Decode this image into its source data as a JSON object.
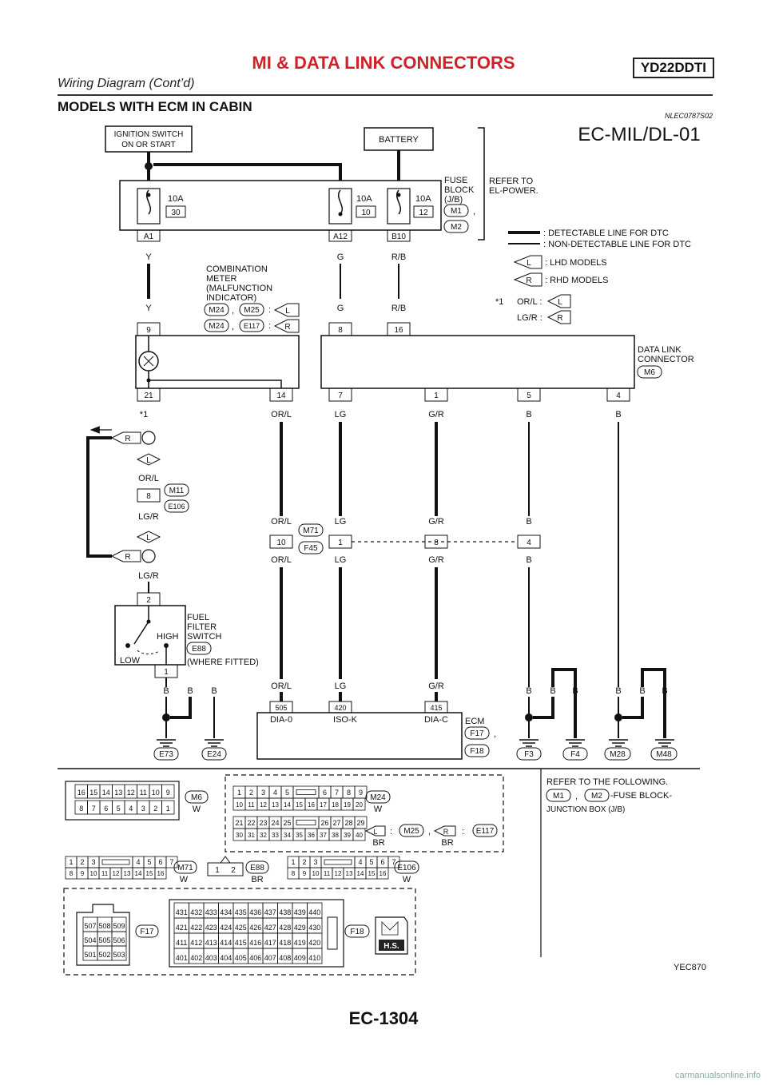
{
  "header": {
    "title": "MI & DATA LINK CONNECTORS",
    "model": "YD22DDTI",
    "subtitle": "Wiring Diagram (Cont’d)",
    "section_title": "MODELS WITH ECM IN CABIN",
    "ref_code": "NLEC0787S02",
    "diagram_id": "EC-MIL/DL-01",
    "image_code": "YEC870",
    "page_number": "EC-1304",
    "credit": "carmanualsonline.info"
  },
  "top": {
    "ignition": [
      "IGNITION SWITCH",
      "ON OR START"
    ],
    "battery": "BATTERY",
    "fuses": [
      {
        "amp": "10A",
        "num": "30",
        "term": "A1"
      },
      {
        "amp": "10A",
        "num": "10",
        "term": "A12"
      },
      {
        "amp": "10A",
        "num": "12",
        "term": "B10"
      }
    ],
    "fuse_block": [
      "FUSE",
      "BLOCK",
      "(J/B)"
    ],
    "fuse_conns": [
      "M1",
      "M2"
    ],
    "comma": ",",
    "refer": [
      "REFER TO",
      "EL-POWER."
    ]
  },
  "legend": {
    "detectable": ": DETECTABLE LINE FOR DTC",
    "non_detectable": ": NON-DETECTABLE LINE FOR DTC",
    "lhd_tag": "L",
    "lhd": ": LHD MODELS",
    "rhd_tag": "R",
    "rhd": ": RHD MODELS",
    "star": "*1",
    "orl": "OR/L :",
    "lgr": "LG/R :"
  },
  "meter": {
    "label": [
      "COMBINATION",
      "METER",
      "(MALFUNCTION",
      "INDICATOR)"
    ],
    "conns_l": [
      "M24",
      "M25"
    ],
    "conns_r": [
      "M24",
      "E117"
    ],
    "sep": ":",
    "top_pins": [
      "9",
      "8",
      "16"
    ],
    "bottom_pins": [
      "21",
      "14"
    ]
  },
  "dlc": {
    "label": [
      "DATA LINK",
      "CONNECTOR"
    ],
    "conn": "M6",
    "pins": [
      "7",
      "1",
      "5",
      "4"
    ]
  },
  "wires": {
    "y": "Y",
    "g": "G",
    "rb": "R/B",
    "orl": "OR/L",
    "lg": "LG",
    "gr": "G/R",
    "b": "B",
    "lgr": "LG/R"
  },
  "middle": {
    "pin8": "8",
    "m11": "M11",
    "e106": "E106",
    "m71": "M71",
    "f45": "F45",
    "joint_pins": [
      "10",
      "1",
      "8",
      "4"
    ]
  },
  "filter": {
    "label": [
      "FUEL",
      "FILTER",
      "SWITCH"
    ],
    "conn": "E88",
    "fitted": "(WHERE FITTED)",
    "pin_top": "2",
    "pin_bottom": "1",
    "high": "HIGH",
    "low": "LOW"
  },
  "ecm": {
    "label": "ECM",
    "pins": [
      "505",
      "420",
      "415"
    ],
    "names": [
      "DIA-0",
      "ISO-K",
      "DIA-C"
    ],
    "conns": [
      "F17",
      "F18"
    ]
  },
  "grounds": [
    "E73",
    "E24",
    "F3",
    "F4",
    "M28",
    "M48"
  ],
  "connector_views": {
    "m6": {
      "name": "M6",
      "color": "W",
      "row1": [
        "16",
        "15",
        "14",
        "13",
        "12",
        "11",
        "10",
        "9"
      ],
      "row2": [
        "8",
        "7",
        "6",
        "5",
        "4",
        "3",
        "2",
        "1"
      ]
    },
    "m24": {
      "name": "M24",
      "color": "W",
      "row1a": [
        "1",
        "2",
        "3",
        "4",
        "5"
      ],
      "row1b": [
        "6",
        "7",
        "8",
        "9"
      ],
      "row2": [
        "10",
        "11",
        "12",
        "13",
        "14",
        "15",
        "16",
        "17",
        "18",
        "19",
        "20"
      ]
    },
    "m25": {
      "name": "M25",
      "e117": "E117",
      "colors": [
        "BR",
        "BR"
      ],
      "row1a": [
        "21",
        "22",
        "23",
        "24",
        "25"
      ],
      "row1b": [
        "26",
        "27",
        "28",
        "29"
      ],
      "row2": [
        "30",
        "31",
        "32",
        "33",
        "34",
        "35",
        "36",
        "37",
        "38",
        "39",
        "40"
      ]
    },
    "m71": {
      "name": "M71",
      "color": "W",
      "row1a": [
        "1",
        "2",
        "3"
      ],
      "row1b": [
        "4",
        "5",
        "6",
        "7"
      ],
      "row2": [
        "8",
        "9",
        "10",
        "11",
        "12",
        "13",
        "14",
        "15",
        "16"
      ]
    },
    "e88": {
      "name": "E88",
      "color": "BR",
      "pins": [
        "1",
        "2"
      ]
    },
    "e106": {
      "name": "E106",
      "color": "W",
      "row1a": [
        "1",
        "2",
        "3"
      ],
      "row1b": [
        "4",
        "5",
        "6",
        "7"
      ],
      "row2": [
        "8",
        "9",
        "10",
        "11",
        "12",
        "13",
        "14",
        "15",
        "16"
      ]
    },
    "f17": {
      "name": "F17",
      "rows": [
        [
          "507",
          "508",
          "509"
        ],
        [
          "504",
          "505",
          "506"
        ],
        [
          "501",
          "502",
          "503"
        ]
      ]
    },
    "f18": {
      "name": "F18",
      "rows": [
        [
          "431",
          "432",
          "433",
          "434",
          "435",
          "436",
          "437",
          "438",
          "439",
          "440"
        ],
        [
          "421",
          "422",
          "423",
          "424",
          "425",
          "426",
          "427",
          "428",
          "429",
          "430"
        ],
        [
          "411",
          "412",
          "413",
          "414",
          "415",
          "416",
          "417",
          "418",
          "419",
          "420"
        ],
        [
          "401",
          "402",
          "403",
          "404",
          "405",
          "406",
          "407",
          "408",
          "409",
          "410"
        ]
      ]
    },
    "hs": "H.S.",
    "refer_follow": "REFER TO THE FOLLOWING.",
    "fuse_block_dash": "-FUSE BLOCK-",
    "junction_box": "JUNCTION BOX (J/B)"
  }
}
